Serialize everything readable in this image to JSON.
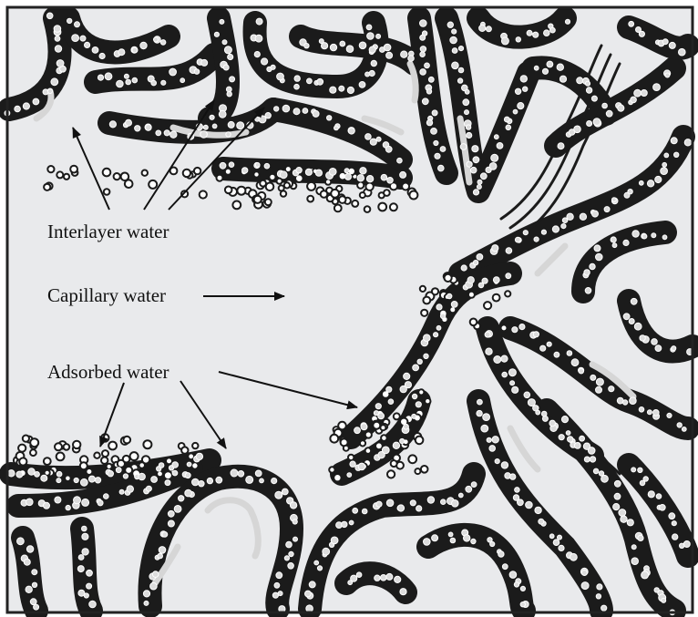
{
  "labels": {
    "interlayer": "Interlayer water",
    "capillary": "Capillary water",
    "adsorbed": "Adsorbed water"
  },
  "colors": {
    "background": "#e9eaec",
    "layer": "#1b1b1b",
    "particle": "#dcdcdc",
    "water_channel": "#d6d6d6",
    "frame": "#222222"
  }
}
